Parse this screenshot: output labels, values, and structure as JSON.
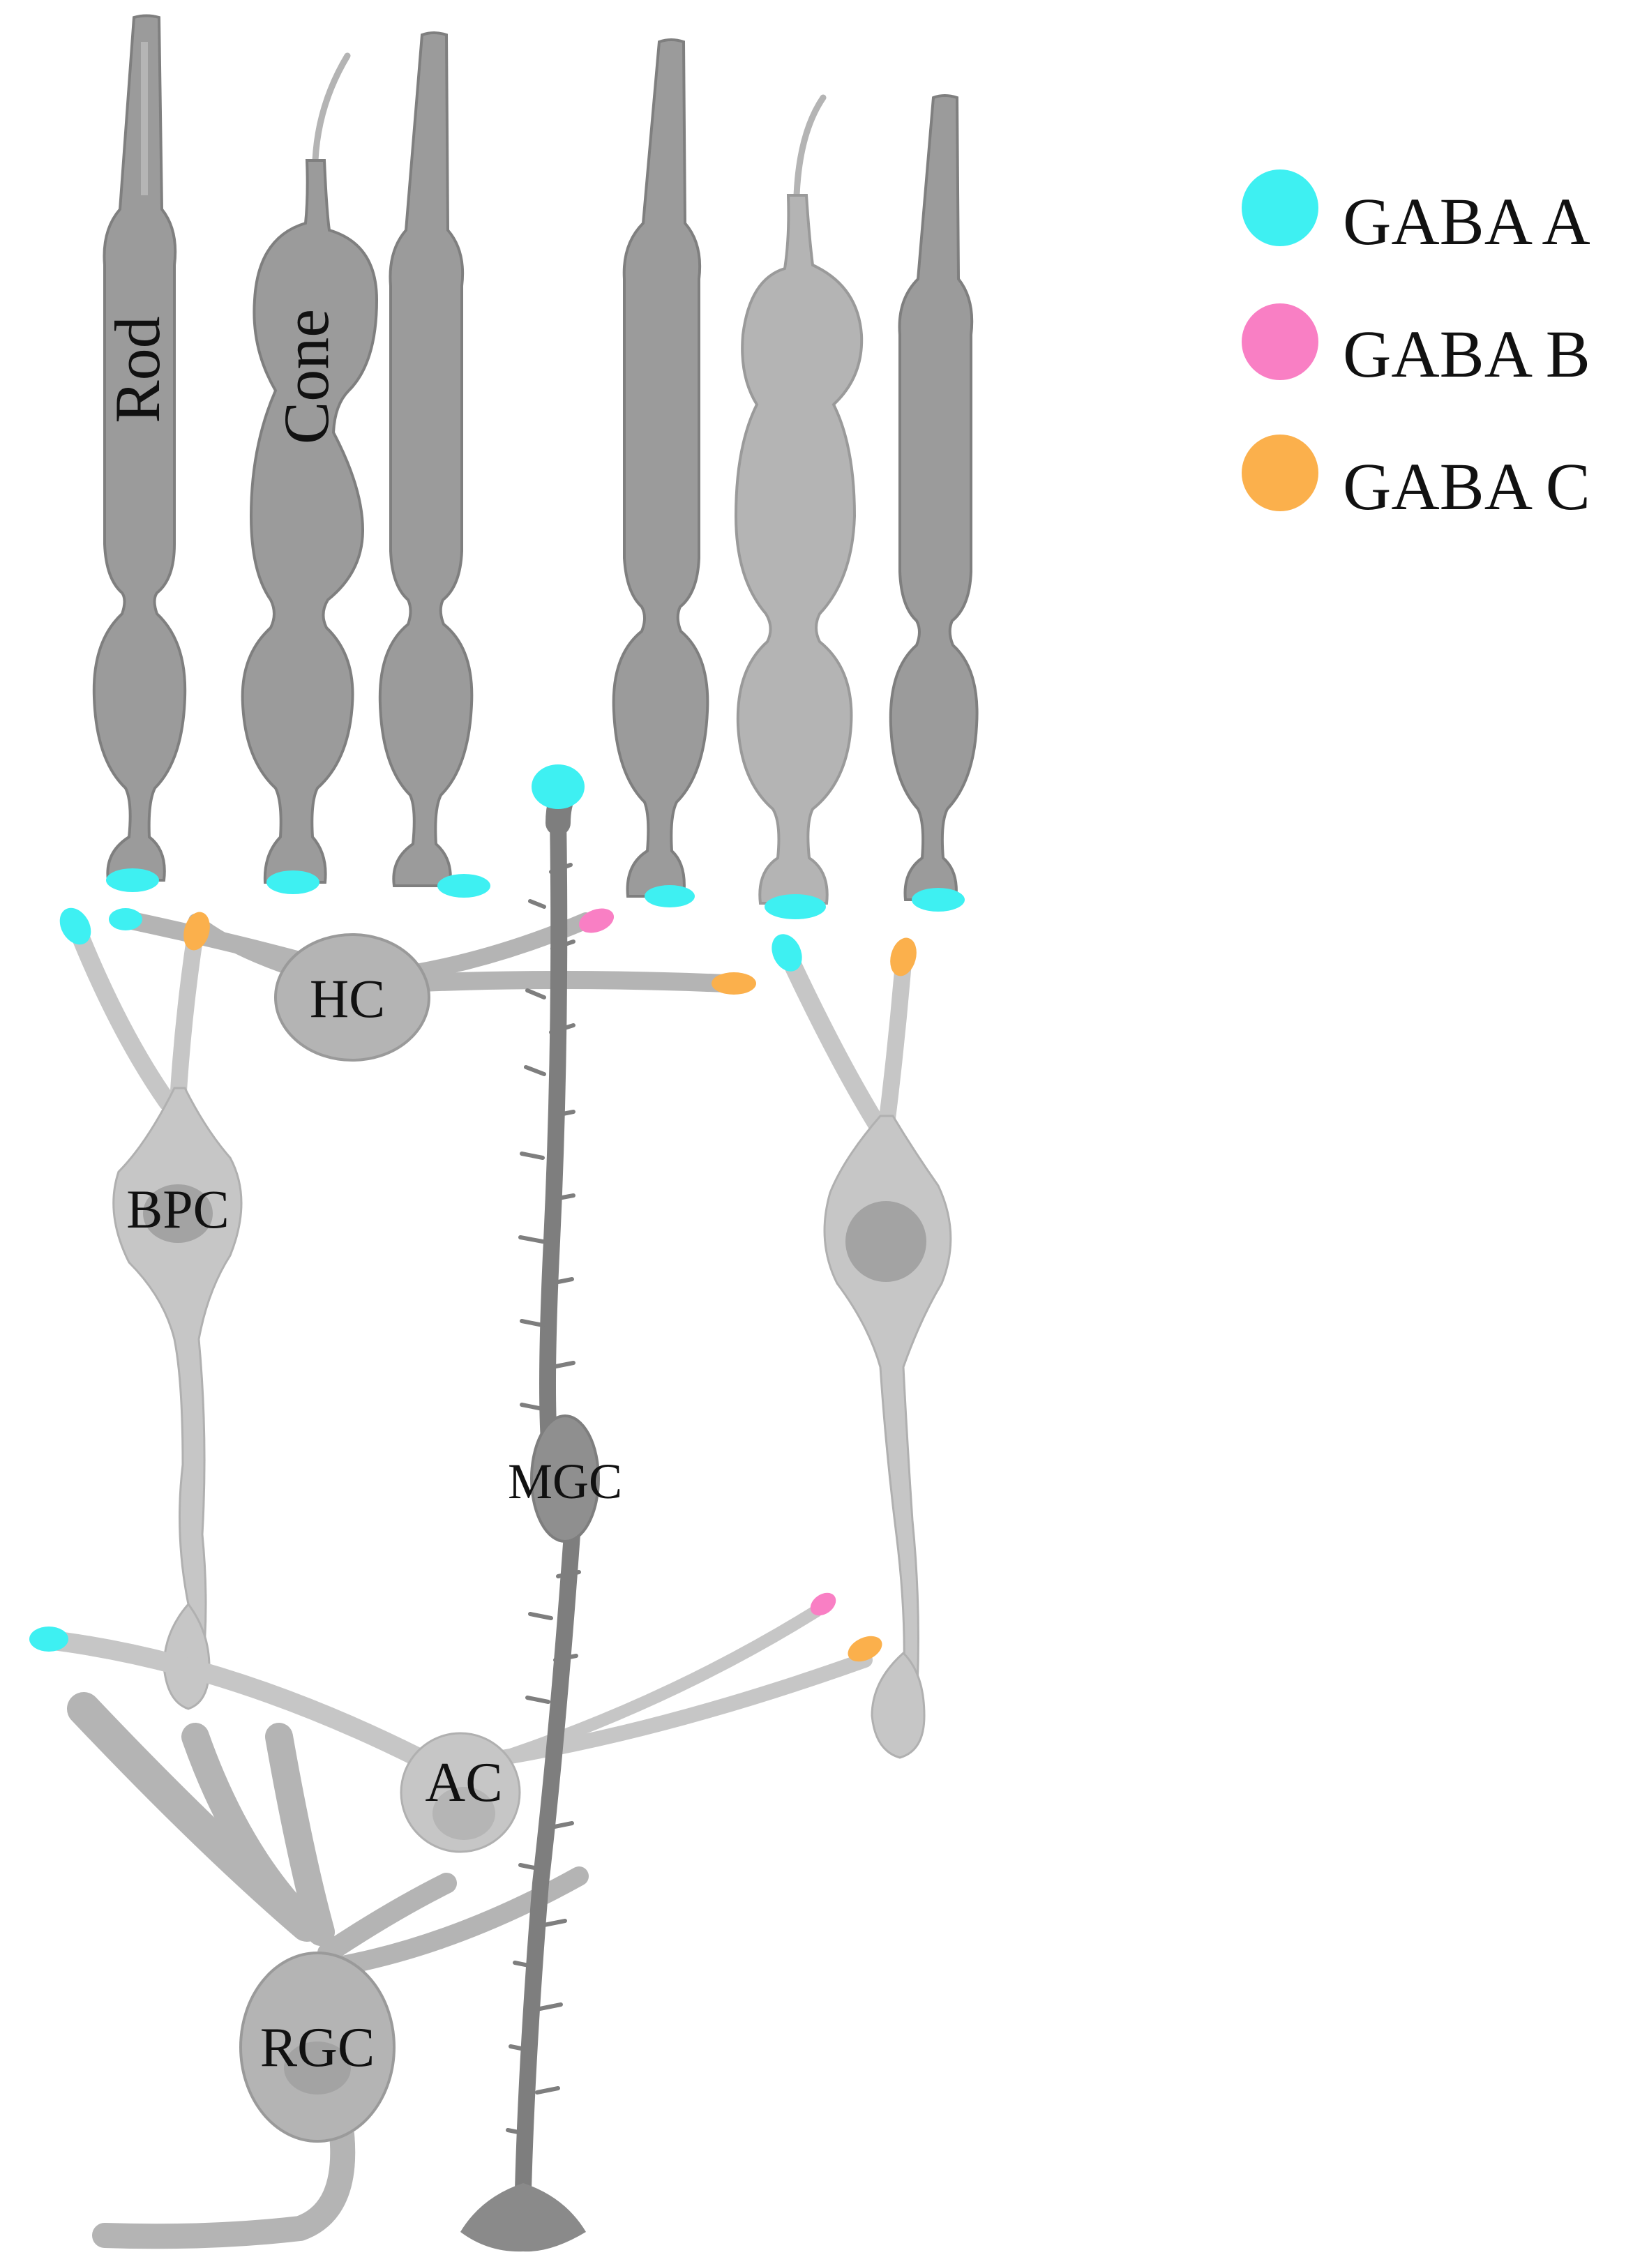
{
  "legend": {
    "items": [
      {
        "label": "GABA A",
        "color": "#3ef0f2"
      },
      {
        "label": "GABA B",
        "color": "#f97fc4"
      },
      {
        "label": "GABA C",
        "color": "#fbb04c"
      }
    ]
  },
  "cells": {
    "rod": "Rod",
    "cone": "Cone",
    "hc": "HC",
    "bpc": "BPC",
    "mgc": "MGC",
    "ac": "AC",
    "rgc": "RGC"
  },
  "colors": {
    "photoreceptor": "#9b9b9b",
    "cell_mid": "#b4b4b4",
    "cell_light": "#c6c6c6",
    "muller": "#7e7e7e"
  }
}
